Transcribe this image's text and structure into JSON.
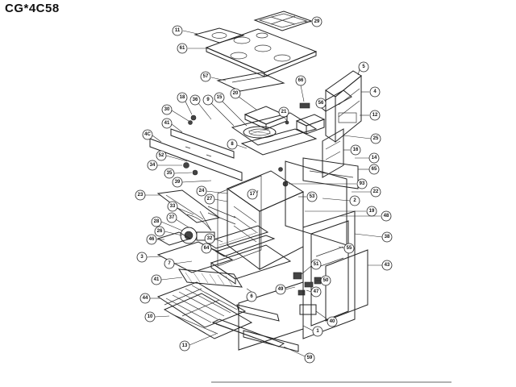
{
  "title": "CG*4C58",
  "callouts": [
    {
      "id": "29",
      "label": "29"
    },
    {
      "id": "11",
      "label": "11"
    },
    {
      "id": "61",
      "label": "61"
    },
    {
      "id": "5",
      "label": "5"
    },
    {
      "id": "57",
      "label": "57"
    },
    {
      "id": "66",
      "label": "66"
    },
    {
      "id": "4",
      "label": "4"
    },
    {
      "id": "20",
      "label": "20"
    },
    {
      "id": "56",
      "label": "56"
    },
    {
      "id": "18",
      "label": "18"
    },
    {
      "id": "36",
      "label": "36"
    },
    {
      "id": "9",
      "label": "9"
    },
    {
      "id": "15",
      "label": "15"
    },
    {
      "id": "12",
      "label": "12"
    },
    {
      "id": "30",
      "label": "30"
    },
    {
      "id": "21",
      "label": "21"
    },
    {
      "id": "41a",
      "label": "41"
    },
    {
      "id": "25",
      "label": "25"
    },
    {
      "id": "4c",
      "label": "4C"
    },
    {
      "id": "8",
      "label": "8"
    },
    {
      "id": "16",
      "label": "16"
    },
    {
      "id": "52",
      "label": "52"
    },
    {
      "id": "14",
      "label": "14"
    },
    {
      "id": "34",
      "label": "34"
    },
    {
      "id": "65",
      "label": "65"
    },
    {
      "id": "35",
      "label": "35"
    },
    {
      "id": "39",
      "label": "39"
    },
    {
      "id": "93",
      "label": "93"
    },
    {
      "id": "24",
      "label": "24"
    },
    {
      "id": "22",
      "label": "22"
    },
    {
      "id": "23",
      "label": "23"
    },
    {
      "id": "27",
      "label": "27"
    },
    {
      "id": "17",
      "label": "17"
    },
    {
      "id": "53",
      "label": "53"
    },
    {
      "id": "2",
      "label": "2"
    },
    {
      "id": "33",
      "label": "33"
    },
    {
      "id": "19",
      "label": "19"
    },
    {
      "id": "48",
      "label": "48"
    },
    {
      "id": "28",
      "label": "28"
    },
    {
      "id": "37",
      "label": "37"
    },
    {
      "id": "26",
      "label": "26"
    },
    {
      "id": "38",
      "label": "38"
    },
    {
      "id": "46",
      "label": "46"
    },
    {
      "id": "32",
      "label": "32"
    },
    {
      "id": "64",
      "label": "64"
    },
    {
      "id": "55",
      "label": "55"
    },
    {
      "id": "3",
      "label": "3"
    },
    {
      "id": "43",
      "label": "43"
    },
    {
      "id": "7",
      "label": "7"
    },
    {
      "id": "51",
      "label": "51"
    },
    {
      "id": "41b",
      "label": "41"
    },
    {
      "id": "50",
      "label": "50"
    },
    {
      "id": "49",
      "label": "49"
    },
    {
      "id": "47",
      "label": "47"
    },
    {
      "id": "44",
      "label": "44"
    },
    {
      "id": "6",
      "label": "6"
    },
    {
      "id": "40",
      "label": "40"
    },
    {
      "id": "10",
      "label": "10"
    },
    {
      "id": "1",
      "label": "1"
    },
    {
      "id": "13",
      "label": "13"
    },
    {
      "id": "59",
      "label": "59"
    }
  ]
}
